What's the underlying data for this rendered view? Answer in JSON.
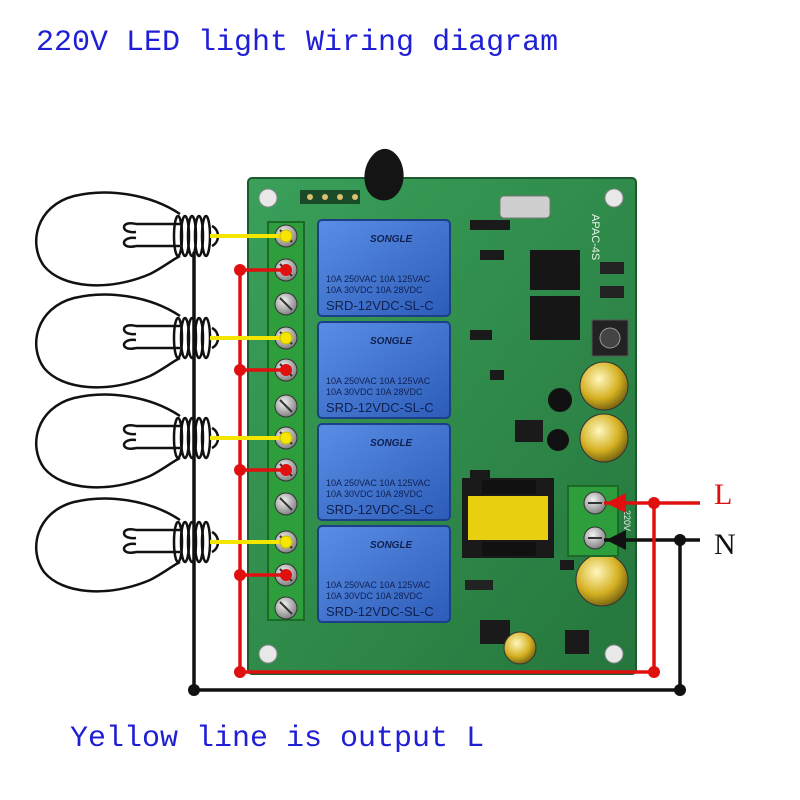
{
  "title": "220V LED light Wiring diagram",
  "caption": "Yellow line is output L",
  "line_labels": {
    "live": "L",
    "neutral": "N"
  },
  "board_label": "APAC-4S",
  "terminal_block_label": "220V",
  "relays": [
    {
      "brand": "SONGLE",
      "rating_line1": "10A 250VAC  10A 125VAC",
      "rating_line2": "10A 30VDC  10A 28VDC",
      "model": "SRD-12VDC-SL-C"
    },
    {
      "brand": "SONGLE",
      "rating_line1": "10A 250VAC  10A 125VAC",
      "rating_line2": "10A 30VDC  10A 28VDC",
      "model": "SRD-12VDC-SL-C"
    },
    {
      "brand": "SONGLE",
      "rating_line1": "10A 250VAC  10A 125VAC",
      "rating_line2": "10A 30VDC  10A 28VDC",
      "model": "SRD-12VDC-SL-C"
    },
    {
      "brand": "SONGLE",
      "rating_line1": "10A 250VAC  10A 125VAC",
      "rating_line2": "10A 30VDC  10A 28VDC",
      "model": "SRD-12VDC-SL-C"
    }
  ],
  "colors": {
    "title_text": "#1f1fd6",
    "live_wire": "#e01010",
    "neutral_wire": "#111111",
    "output_wire": "#f5e600",
    "pcb": "#2f8f4a",
    "relay": "#3a6fd0",
    "terminal": "#2e9e3c"
  },
  "icons": [
    "light-bulb-icon",
    "relay-icon",
    "screw-terminal-icon",
    "capacitor-icon",
    "transformer-icon",
    "antenna-icon",
    "push-button-icon"
  ]
}
